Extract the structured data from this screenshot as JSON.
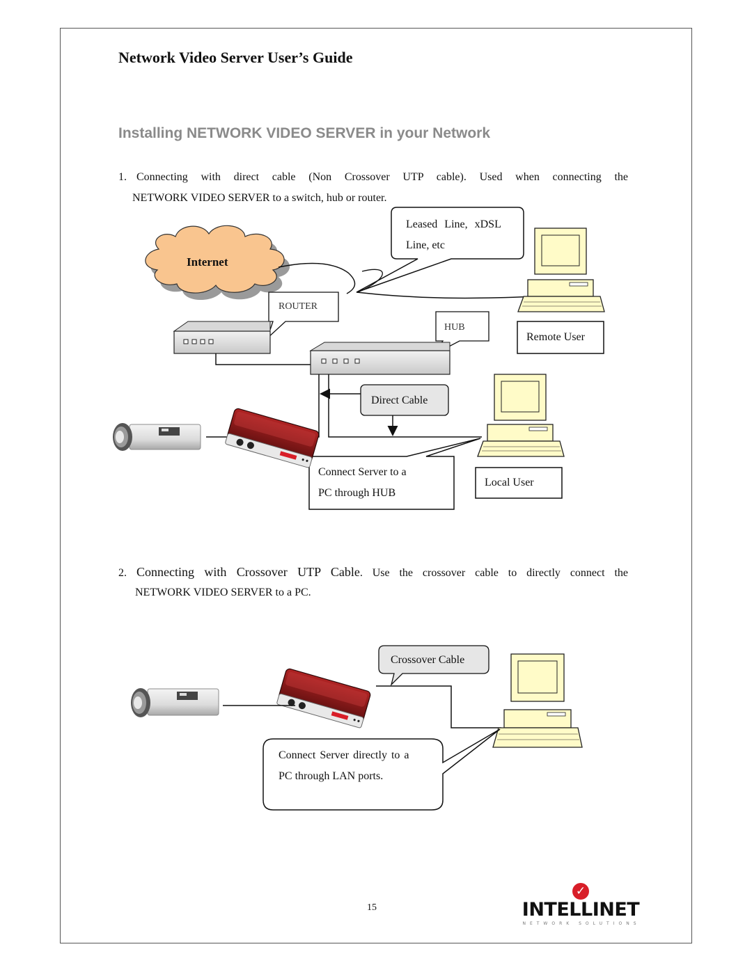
{
  "header": {
    "title": "Network Video Server User’s Guide"
  },
  "section": {
    "title": "Installing NETWORK VIDEO SERVER in your Network"
  },
  "step1": {
    "number": "1.",
    "line1": "Connecting with direct cable (Non Crossover UTP cable). Used when connecting the",
    "line2": "NETWORK VIDEO SERVER to a switch, hub or router."
  },
  "diagram1": {
    "internet_label": "Internet",
    "leased_line_label_1": "Leased Line, xDSL",
    "leased_line_label_2": "Line, etc",
    "router_label": "ROUTER",
    "hub_label": "HUB",
    "remote_user_label": "Remote User",
    "direct_cable_label": "Direct Cable",
    "connect_hub_label_1": "Connect Server to a",
    "connect_hub_label_2": "PC through HUB",
    "local_user_label": "Local User"
  },
  "step2": {
    "number": "2.",
    "lead": "Connecting with Crossover UTP Cable",
    "rest": ". Use the crossover cable to directly connect the",
    "line2": "NETWORK VIDEO SERVER to a PC."
  },
  "diagram2": {
    "crossover_label": "Crossover Cable",
    "connect_direct_label_1": "Connect Server directly to a",
    "connect_direct_label_2": "PC through LAN ports."
  },
  "footer": {
    "page_number": "15",
    "logo_text": "INTELLINET",
    "logo_subtext": "NETWORK SOLUTIONS"
  },
  "colors": {
    "section_title": "#8a8a8a",
    "cloud_fill": "#f9c58f",
    "monitor_fill": "#fffbc8",
    "device_red": "#8b1a1a",
    "logo_red": "#d81e28"
  },
  "icons": [
    "internet-cloud-icon",
    "router-icon",
    "hub-icon",
    "computer-icon",
    "camera-icon",
    "video-server-icon",
    "checkmark-icon"
  ]
}
